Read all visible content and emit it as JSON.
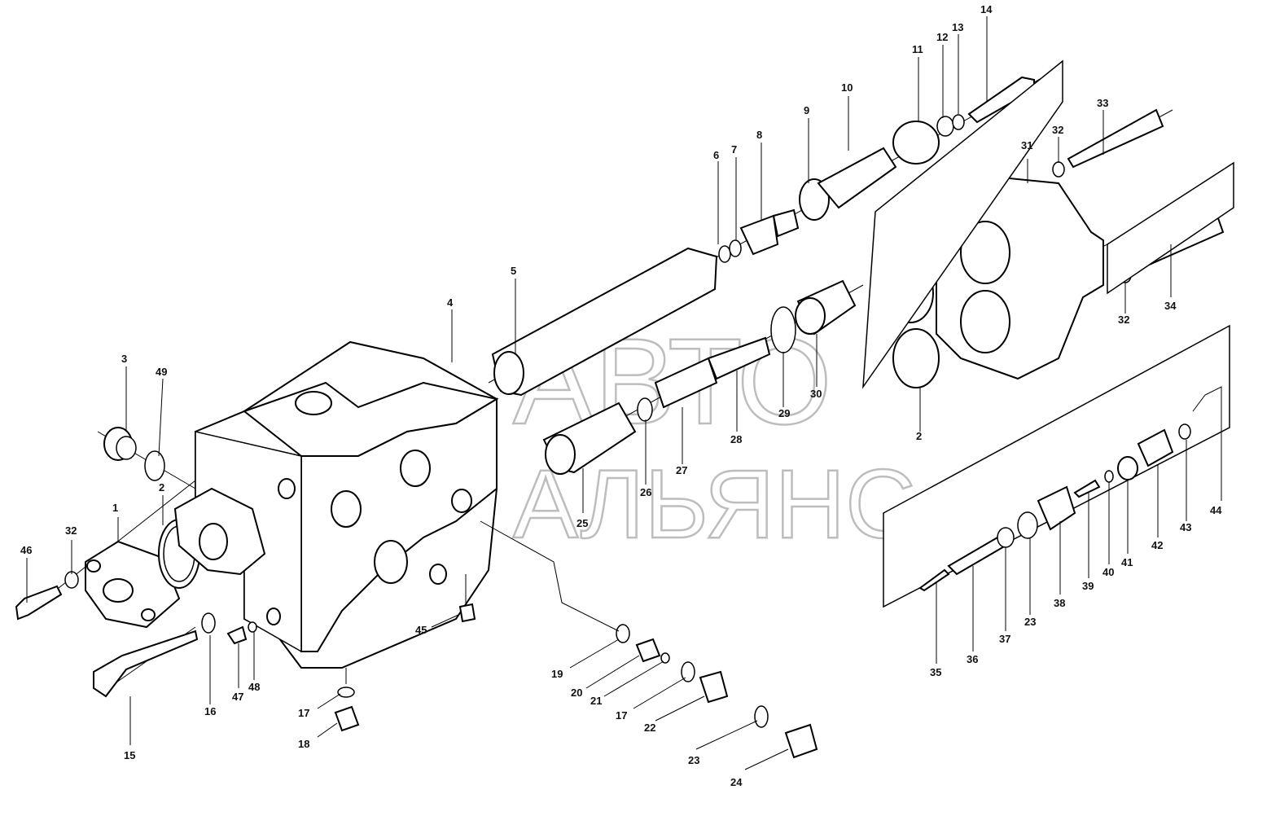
{
  "watermark": {
    "line1": "АВТО",
    "line2": "АЛЬЯНС"
  },
  "callouts": [
    "1",
    "2",
    "3",
    "4",
    "5",
    "6",
    "7",
    "8",
    "9",
    "10",
    "11",
    "12",
    "13",
    "14",
    "15",
    "16",
    "17",
    "18",
    "19",
    "20",
    "21",
    "22",
    "23",
    "24",
    "25",
    "26",
    "27",
    "28",
    "29",
    "30",
    "31",
    "32",
    "33",
    "34",
    "35",
    "36",
    "37",
    "38",
    "39",
    "40",
    "41",
    "42",
    "43",
    "44",
    "45",
    "46",
    "47",
    "48",
    "49"
  ]
}
